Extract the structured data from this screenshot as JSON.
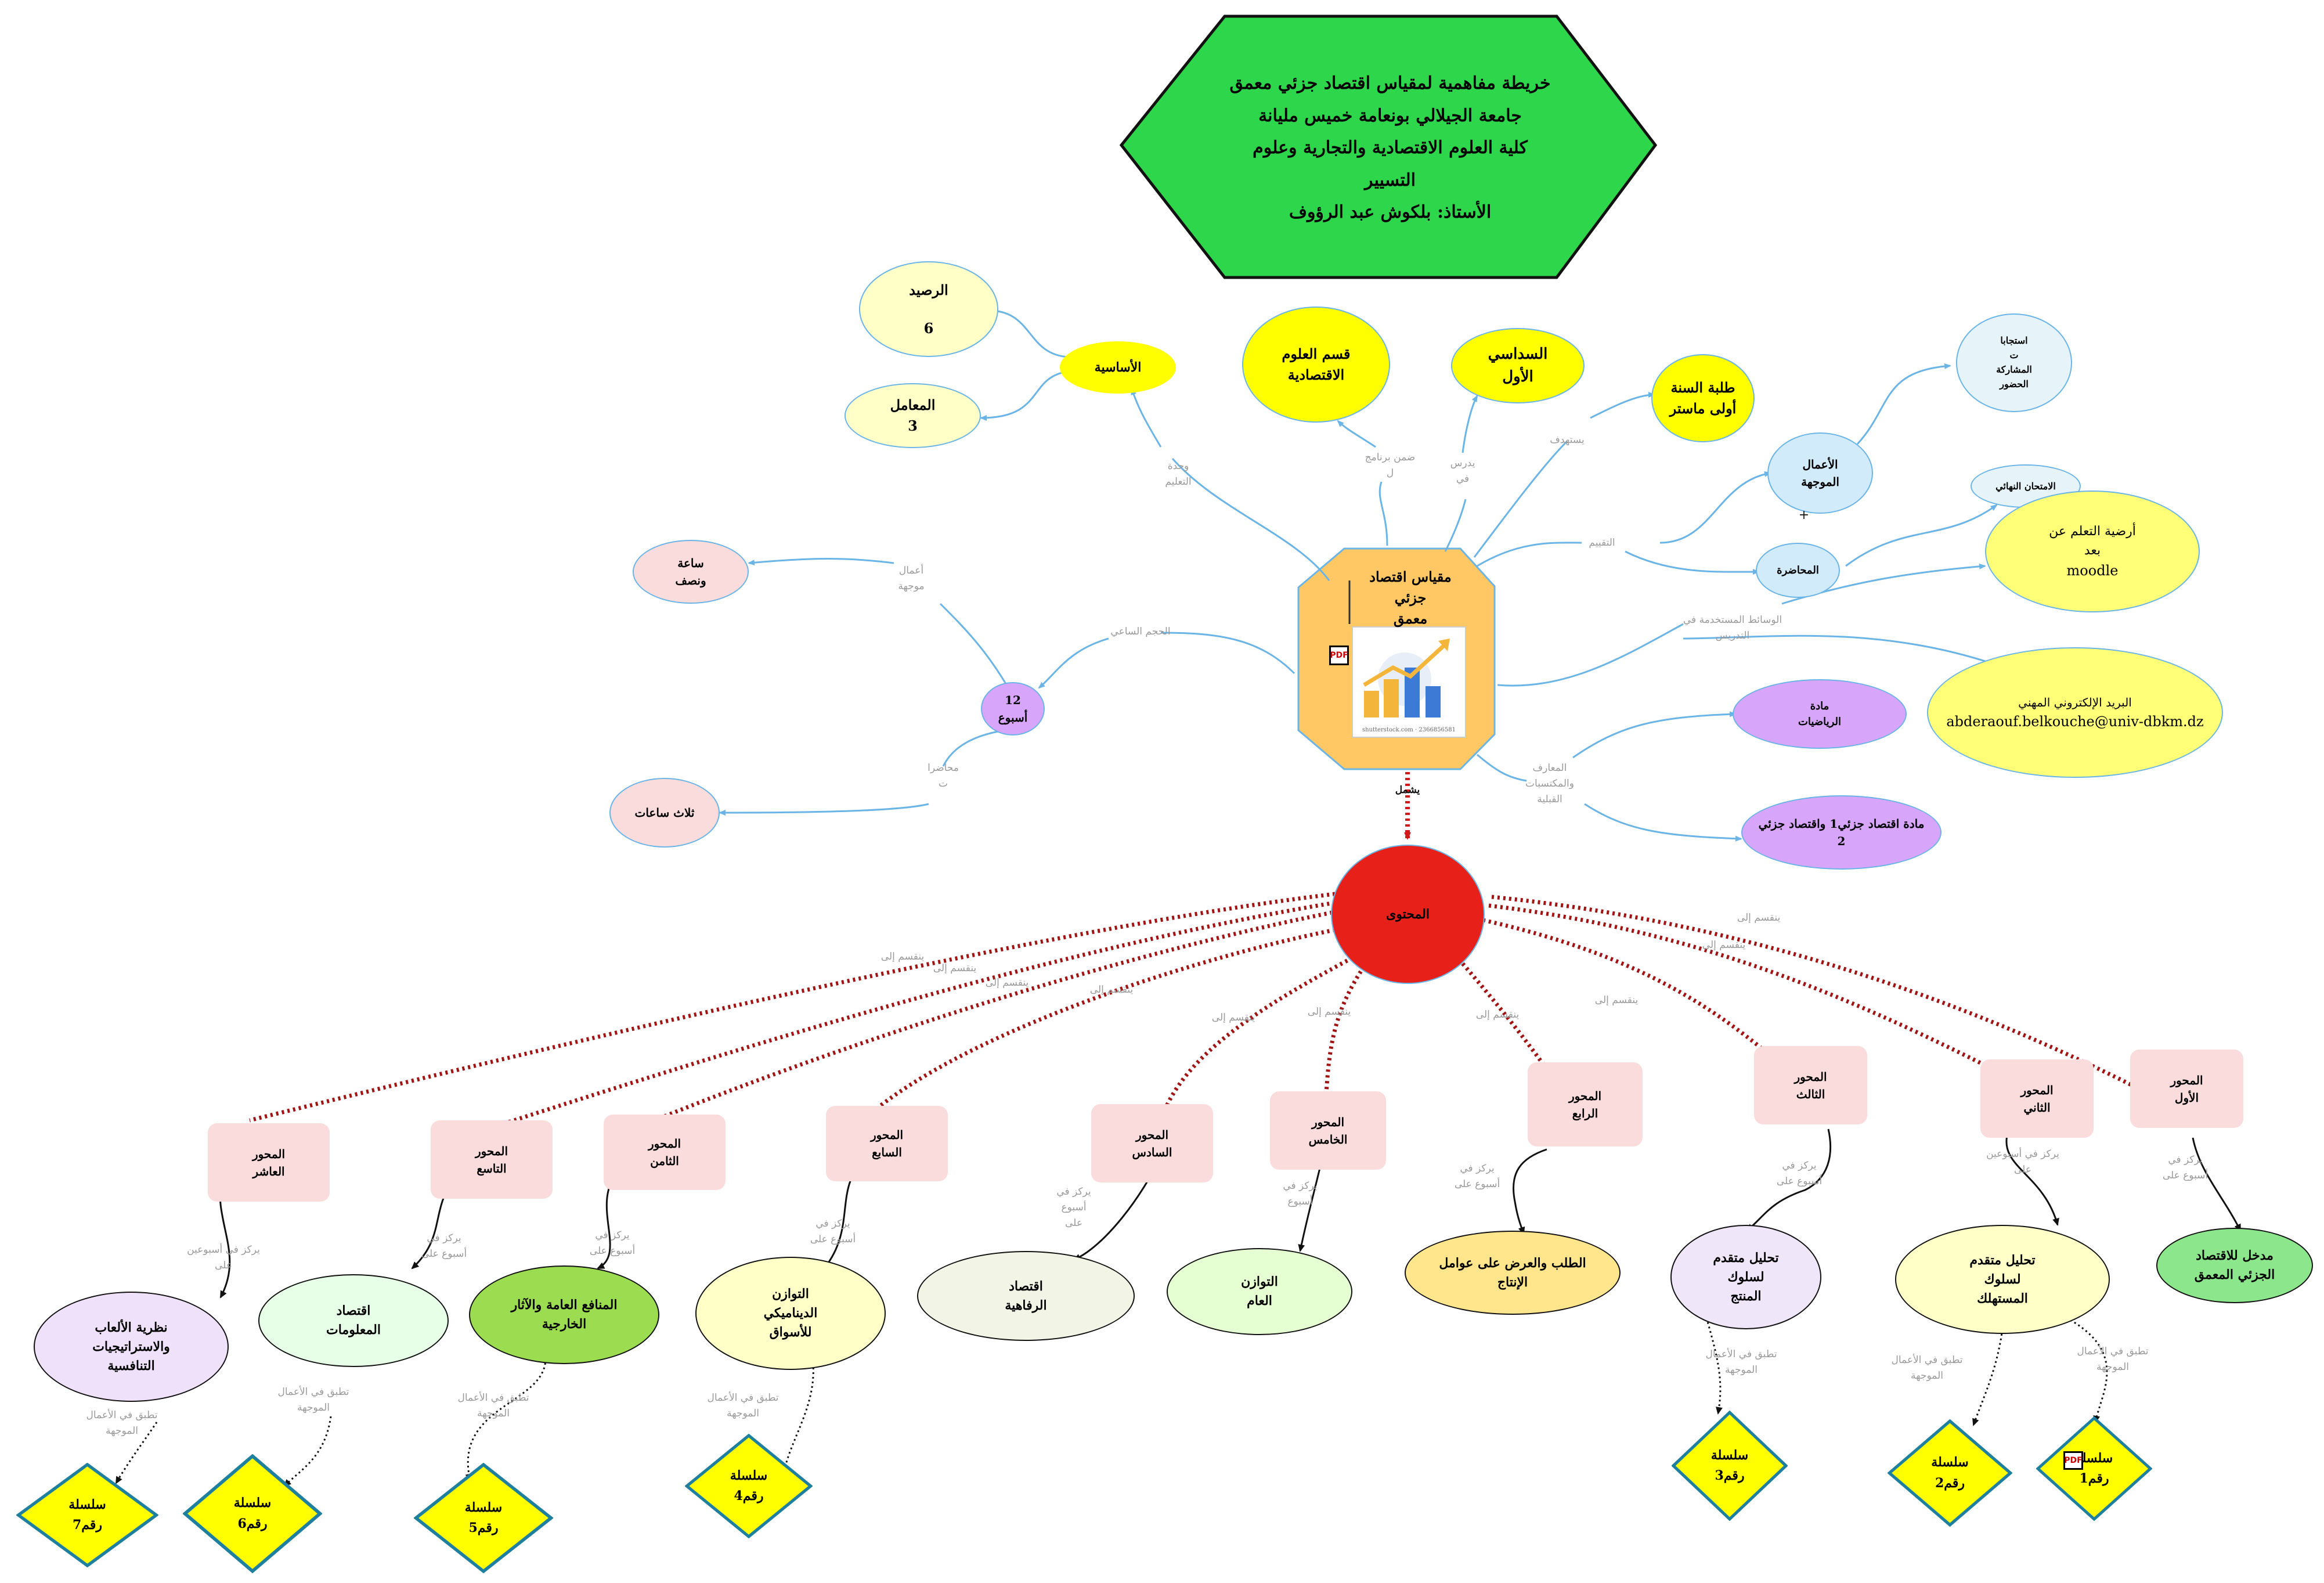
{
  "header": {
    "lines": [
      "خريطة مفاهمية لمقياس اقتصاد جزئي معمق",
      "جامعة الجيلالي بونعامة خميس مليانة",
      "كلية العلوم الاقتصادية والتجارية وعلوم",
      "التسيير",
      "الأستاذ: بلكوش عبد الرؤوف"
    ],
    "fill": "#2dd64a"
  },
  "center": {
    "title": [
      "مقياس اقتصاد جزئي",
      "معمق"
    ],
    "fill": "#ffc864",
    "image_caption": "shutterstock.com · 2366856581",
    "icon": "pdf-icon"
  },
  "top": {
    "asasiya": "الأساسية",
    "raseed": [
      "الرصيد",
      "6"
    ],
    "moamel": [
      "المعامل",
      "3"
    ],
    "qism": [
      "قسم العلوم",
      "الاقتصادية"
    ],
    "sudasi": [
      "السداسي",
      "الأول"
    ],
    "talaba": [
      "طلبة السنة",
      "أولى ماستر"
    ]
  },
  "right": {
    "amal": [
      "الأعمال",
      "الموجهة"
    ],
    "istijabat": [
      "استجابا",
      "ت",
      "المشاركة",
      "الحضور"
    ],
    "muhadara": "المحاضرة",
    "imtihan": "الامتحان النهائي",
    "plus": "+",
    "ardiya": [
      "أرضية التعلم عن",
      "بعد",
      "moodle"
    ],
    "email": [
      "البريد الإلكتروني المهني",
      "abderaouf.belkouche@univ-dbkm.dz"
    ],
    "madda_riyadiyat": [
      "مادة",
      "الرياضيات"
    ],
    "madda_iqtisad": [
      "مادة اقتصاد جزئي1  واقتصاد جزئي",
      "2"
    ]
  },
  "left": {
    "week": [
      "12",
      "أسبوع"
    ],
    "saa": [
      "ساعة",
      "ونصف"
    ],
    "thalath": "ثلاث ساعات"
  },
  "edges": {
    "wahda": [
      "وحدة",
      "التعليم"
    ],
    "barnamaj": [
      "ضمن برنامج",
      "ل"
    ],
    "yudarras": [
      "يدرس",
      "في"
    ],
    "yastahdif": "يستهدف",
    "taqyim": "التقييم",
    "wasait": [
      "الوسائط المستخدمة في",
      "التدريس"
    ],
    "maarif": [
      "المعارف",
      "والمكتسبات",
      "القبلية"
    ],
    "hajm": "الحجم الساعي",
    "amal_edge": [
      "أعمال",
      "موجهة"
    ],
    "muhadarat_edge": [
      "محاضرا",
      "ت"
    ],
    "yashmal": "يشمل"
  },
  "content": {
    "title": "المحتوى",
    "fill": "#e8201a"
  },
  "split_label": "ينقسم إلى",
  "axes": [
    {
      "name": [
        "المحور",
        "الأول"
      ]
    },
    {
      "name": [
        "المحور",
        "الثاني"
      ]
    },
    {
      "name": [
        "المحور",
        "الثالث"
      ]
    },
    {
      "name": [
        "المحور",
        "الرابع"
      ]
    },
    {
      "name": [
        "المحور",
        "الخامس"
      ]
    },
    {
      "name": [
        "المحور",
        "السادس"
      ]
    },
    {
      "name": [
        "المحور",
        "السابع"
      ]
    },
    {
      "name": [
        "المحور",
        "الثامن"
      ]
    },
    {
      "name": [
        "المحور",
        "التاسع"
      ]
    },
    {
      "name": [
        "المحور",
        "العاشر"
      ]
    }
  ],
  "axis_edges": [
    [
      "يركز في",
      "أسبوع على"
    ],
    [
      "يركز في أسبوعين",
      "على"
    ],
    [
      "يركز في",
      "أسبوع على"
    ],
    [
      "يركز في",
      "أسبوع على"
    ],
    [
      "يركز في",
      "أسبوع"
    ],
    [
      "يركز في",
      "أسبوع",
      "على"
    ],
    [
      "يركز في",
      "أسبوع على"
    ],
    [
      "يركز في",
      "أسبوع على"
    ],
    [
      "يركز في",
      "أسبوع على"
    ],
    [
      "يركز في أسبوعين",
      "على"
    ]
  ],
  "topics": [
    {
      "text": [
        "مدخل للاقتصاد",
        "الجزئي المعمق"
      ],
      "fill": "#8ce68c"
    },
    {
      "text": [
        "تحليل متقدم",
        "لسلوك",
        "المستهلك"
      ],
      "fill": "#ffffc8"
    },
    {
      "text": [
        "تحليل متقدم",
        "لسلوك",
        "المنتج"
      ],
      "fill": "#f0e6fa"
    },
    {
      "text": [
        "الطلب والعرض على عوامل",
        "الإنتاج"
      ],
      "fill": "#ffe68c"
    },
    {
      "text": [
        "التوازن",
        "العام"
      ],
      "fill": "#e6ffd2"
    },
    {
      "text": [
        "اقتصاد",
        "الرفاهية"
      ],
      "fill": "#f2f4e6"
    },
    {
      "text": [
        "التوازن",
        "الديناميكي",
        "للأسواق"
      ],
      "fill": "#ffffc8"
    },
    {
      "text": [
        "المنافع العامة والآثار",
        "الخارجية"
      ],
      "fill": "#9bdc50"
    },
    {
      "text": [
        "اقتصاد",
        "المعلومات"
      ],
      "fill": "#e6ffe6"
    },
    {
      "text": [
        "نظرية الألعاب",
        "والاستراتيجيات",
        "التنافسية"
      ],
      "fill": "#f0e1fa"
    }
  ],
  "apply_label": [
    "تطبق في الأعمال",
    "الموجهة"
  ],
  "series": [
    {
      "text": [
        "سلسلة",
        "رقم1"
      ]
    },
    {
      "text": [
        "سلسلة",
        "رقم2"
      ]
    },
    {
      "text": [
        "سلسلة",
        "رقم3"
      ]
    },
    {
      "text": [
        "سلسلة",
        "رقم4"
      ]
    },
    {
      "text": [
        "سلسلة",
        "رقم5"
      ]
    },
    {
      "text": [
        "سلسلة",
        "رقم6"
      ]
    },
    {
      "text": [
        "سلسلة",
        "رقم7"
      ]
    }
  ],
  "colors": {
    "edge_blue": "#6ab4e6",
    "edge_red": "#a01414",
    "axis_box": "#fadcdc",
    "diamond_fill": "#ffff00",
    "diamond_stroke": "#1f7f9f",
    "yellow": "#ffff00",
    "light_yellow": "#ffffc8",
    "light_blue": "#d2ebfa",
    "pink": "#fadcdc",
    "purple": "#d7a5fa"
  }
}
